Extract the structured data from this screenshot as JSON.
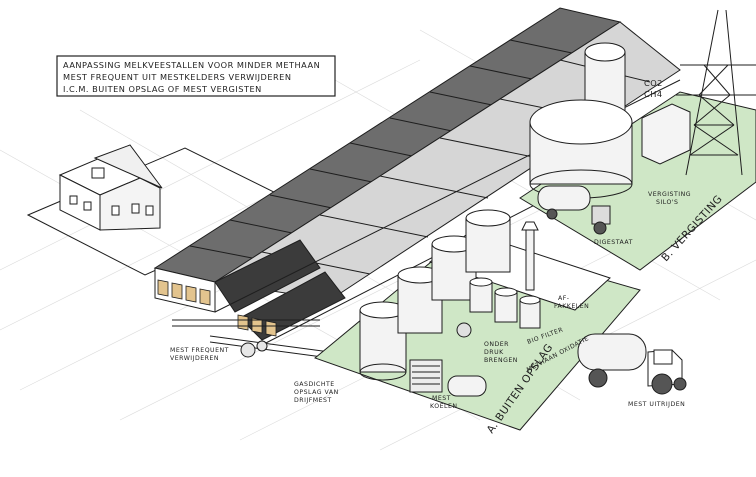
{
  "header": {
    "line1": "AANPASSING MELKVEESTALLEN VOOR MINDER METHAAN",
    "line2": "MEST FREQUENT UIT MESTKELDERS VERWIJDEREN",
    "line3": "I.C.M. BUITEN OPSLAG OF MEST VERGISTEN"
  },
  "labels": {
    "mest_frequent_1": "MEST FREQUENT",
    "mest_frequent_2": "VERWIJDEREN",
    "gasdichte_1": "GASDICHTE",
    "gasdichte_2": "OPSLAG VAN",
    "gasdichte_3": "DRIJFMEST",
    "mest_koelen_1": "MEST",
    "mest_koelen_2": "KOELEN",
    "onder_druk_1": "ONDER",
    "onder_druk_2": "DRUK",
    "onder_druk_3": "BRENGEN",
    "bio_filter": "BIO FILTER",
    "af_fakkelen_1": "AF-",
    "af_fakkelen_2": "FAKKELEN",
    "methaan_oxidatie": "METHAAN OXIDATIE",
    "buiten_opslag": "A. BUITEN OPSLAG",
    "vergisting": "B. VERGISTING",
    "vergisting_silos_1": "VERGISTING",
    "vergisting_silos_2": "SILO'S",
    "digestaat": "DIGESTAAT",
    "co2": "CO2",
    "ch4": "CH4",
    "mest_uitrijden": "MEST UITRIJDEN"
  }
}
